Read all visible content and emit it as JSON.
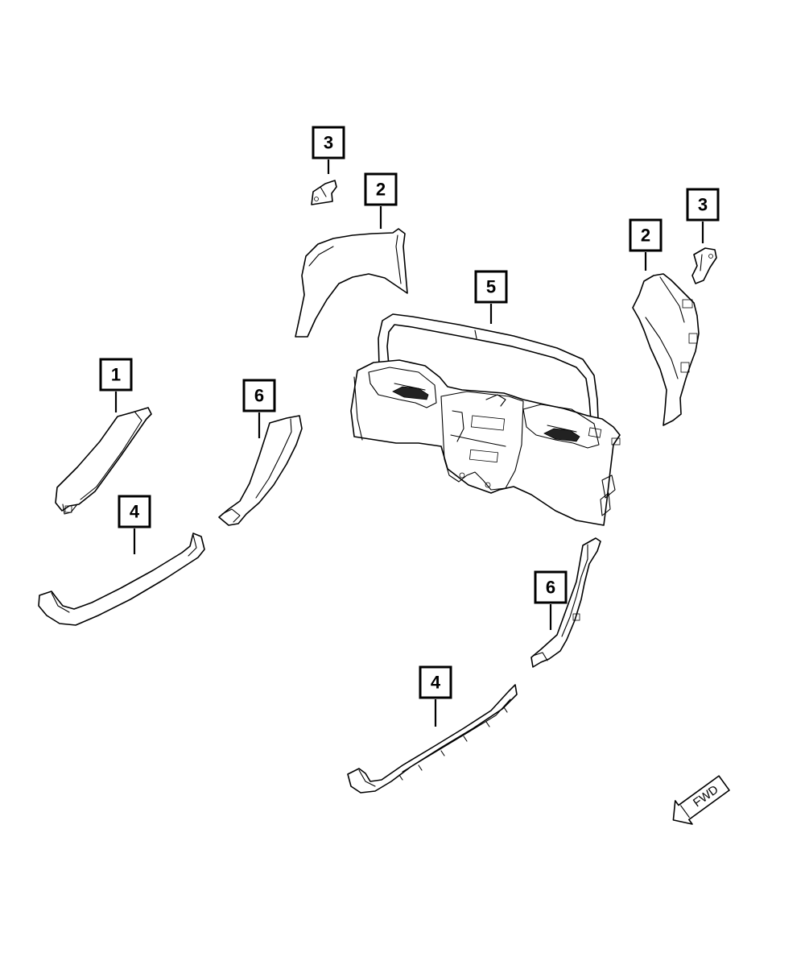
{
  "callouts": [
    {
      "id": "c1",
      "label": "1"
    },
    {
      "id": "c2a",
      "label": "2"
    },
    {
      "id": "c2b",
      "label": "2"
    },
    {
      "id": "c3a",
      "label": "3"
    },
    {
      "id": "c3b",
      "label": "3"
    },
    {
      "id": "c4a",
      "label": "4"
    },
    {
      "id": "c4b",
      "label": "4"
    },
    {
      "id": "c5",
      "label": "5"
    },
    {
      "id": "c6a",
      "label": "6"
    },
    {
      "id": "c6b",
      "label": "6"
    }
  ],
  "direction_arrow": {
    "label": "FWD",
    "icon": "forward-direction-arrow-icon"
  }
}
